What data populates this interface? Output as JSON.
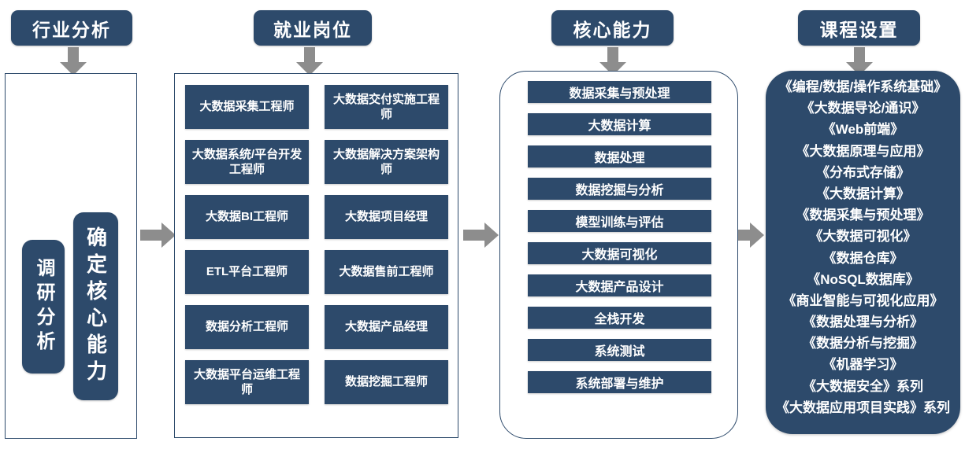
{
  "diagram": {
    "title_flow": [
      "行业分析",
      "就业岗位",
      "核心能力",
      "课程设置"
    ],
    "arrow_icon_down": "arrow-down-icon",
    "arrow_icon_right": "arrow-right-icon",
    "colors": {
      "navy": "#2d4a6b",
      "arrow_gray": "#8d8d8d",
      "background": "#ffffff",
      "text_on_navy": "#ffffff"
    }
  },
  "columns": {
    "industry_analysis": {
      "header": "行业分析",
      "boxes": [
        {
          "label": "调研分析"
        },
        {
          "label": "确定核心能力"
        }
      ]
    },
    "jobs": {
      "header": "就业岗位",
      "items": [
        {
          "label": "大数据采集工程师"
        },
        {
          "label": "大数据交付实施工程师"
        },
        {
          "label": "大数据系统/平台开发工程师"
        },
        {
          "label": "大数据解决方案架构师"
        },
        {
          "label": "大数据BI工程师"
        },
        {
          "label": "大数据项目经理"
        },
        {
          "label": "ETL平台工程师"
        },
        {
          "label": "大数据售前工程师"
        },
        {
          "label": "数据分析工程师"
        },
        {
          "label": "大数据产品经理"
        },
        {
          "label": "大数据平台运维工程师"
        },
        {
          "label": "数据挖掘工程师"
        }
      ]
    },
    "core_abilities": {
      "header": "核心能力",
      "items": [
        {
          "label": "数据采集与预处理"
        },
        {
          "label": "大数据计算"
        },
        {
          "label": "数据处理"
        },
        {
          "label": "数据挖掘与分析"
        },
        {
          "label": "模型训练与评估"
        },
        {
          "label": "大数据可视化"
        },
        {
          "label": "大数据产品设计"
        },
        {
          "label": "全栈开发"
        },
        {
          "label": "系统测试"
        },
        {
          "label": "系统部署与维护"
        }
      ]
    },
    "curriculum": {
      "header": "课程设置",
      "items": [
        {
          "label": "《编程/数据/操作系统基础》"
        },
        {
          "label": "《大数据导论/通识》"
        },
        {
          "label": "《Web前端》"
        },
        {
          "label": "《大数据原理与应用》"
        },
        {
          "label": "《分布式存储》"
        },
        {
          "label": "《大数据计算》"
        },
        {
          "label": "《数据采集与预处理》"
        },
        {
          "label": "《大数据可视化》"
        },
        {
          "label": "《数据仓库》"
        },
        {
          "label": "《NoSQL数据库》"
        },
        {
          "label": "《商业智能与可视化应用》"
        },
        {
          "label": "《数据处理与分析》"
        },
        {
          "label": "《数据分析与挖掘》"
        },
        {
          "label": "《机器学习》"
        },
        {
          "label": "《大数据安全》系列"
        },
        {
          "label": "《大数据应用项目实践》系列"
        }
      ]
    }
  }
}
